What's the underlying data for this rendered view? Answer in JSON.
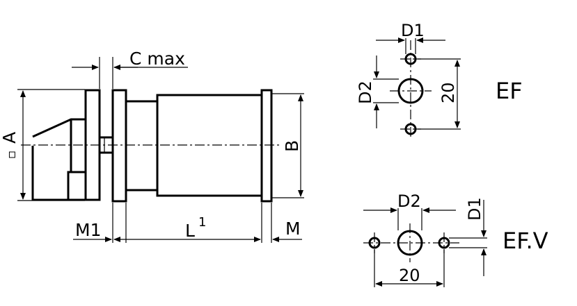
{
  "labels": {
    "c_max": "C max",
    "a_symbol": "▫",
    "a": "A",
    "b": "B",
    "m1": "M1",
    "l": "L",
    "l_sup": "1",
    "m": "M",
    "ef_d1": "D1",
    "ef_d2": "D2",
    "ef_20": "20",
    "ef": "EF",
    "efv_d2": "D2",
    "efv_d1": "D1",
    "efv_20": "20",
    "efv": "EF.V"
  }
}
